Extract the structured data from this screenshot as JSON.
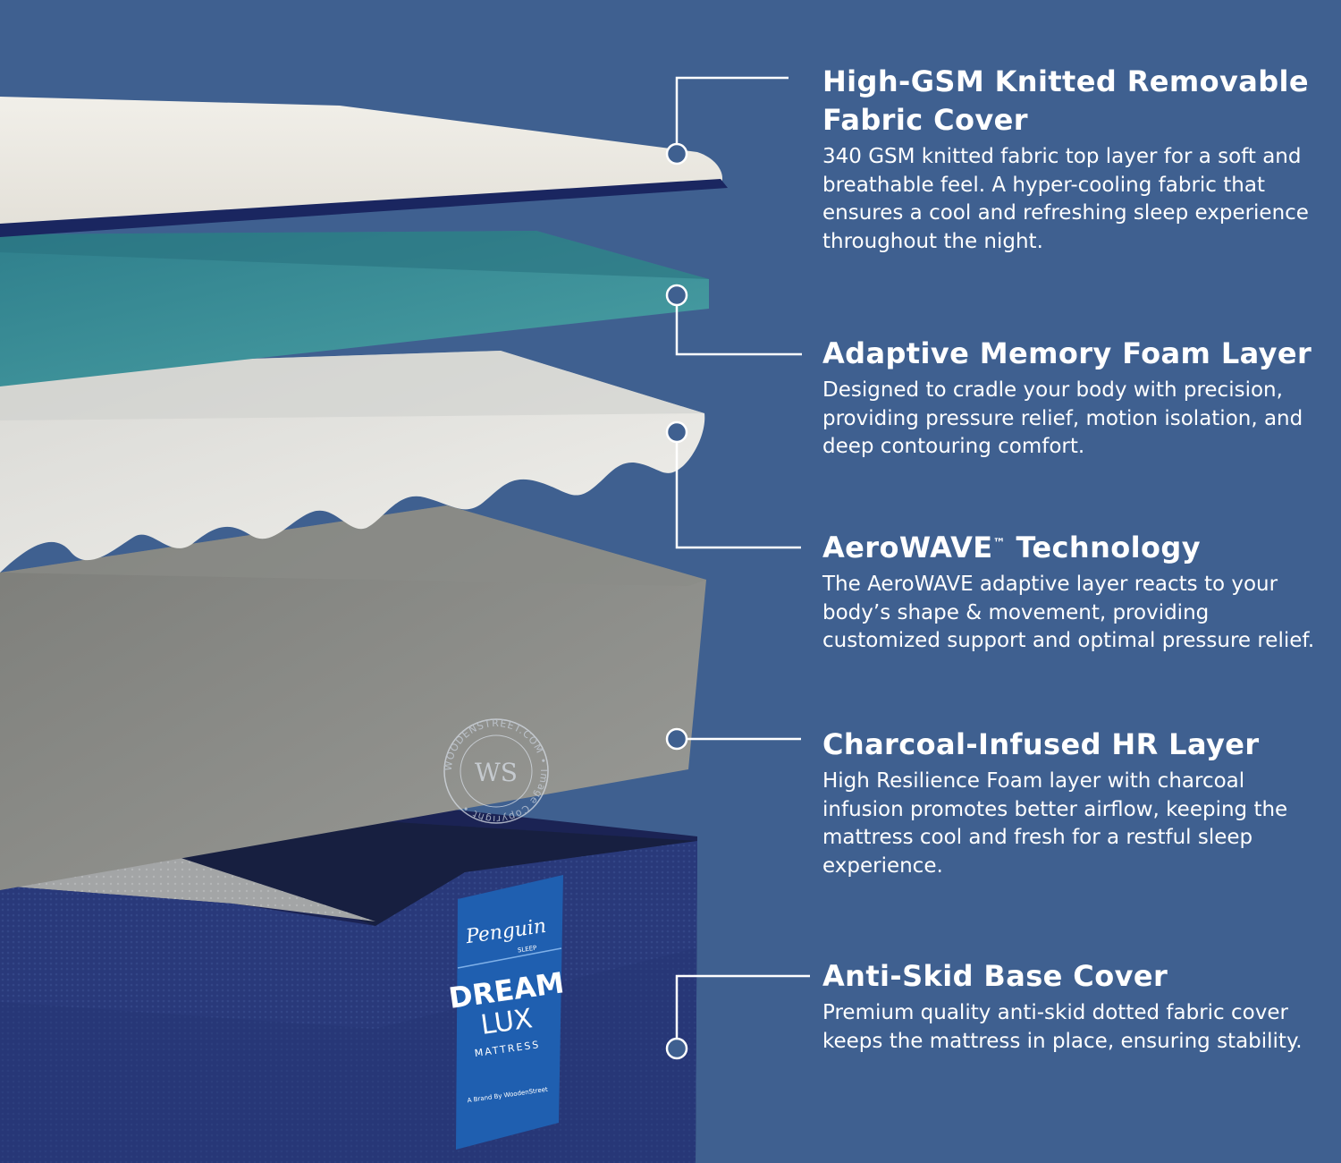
{
  "features": [
    {
      "title": "High-GSM Knitted Removable Fabric Cover",
      "description": "340 GSM knitted fabric top layer for a soft and breathable feel. A hyper-cooling fabric that ensures a cool and refreshing sleep experience throughout the night."
    },
    {
      "title": "Adaptive Memory Foam Layer",
      "description": "Designed to cradle your body with precision, providing pressure relief, motion isolation, and deep contouring comfort."
    },
    {
      "title_main": "AeroWAVE",
      "title_tm": "™",
      "title_rest": " Technology",
      "description": "The AeroWAVE adaptive layer reacts to your body’s shape & movement, providing customized support and optimal pressure relief."
    },
    {
      "title": "Charcoal-Infused HR Layer",
      "description": "High Resilience Foam layer with charcoal infusion promotes better airflow, keeping the mattress cool and fresh for a restful sleep experience."
    },
    {
      "title": "Anti-Skid Base Cover",
      "description": "Premium quality anti-skid dotted fabric cover keeps the mattress in place, ensuring stability."
    }
  ],
  "label": {
    "brand": "Penguin",
    "brand_sub": "SLEEP",
    "line1": "DREAM",
    "line2": "LUX",
    "line3": "MATTRESS",
    "byline": "A Brand By WoodenStreet"
  },
  "watermark": {
    "monogram": "WS",
    "text": "WOODENSTREET.COM • Image Copyright •"
  },
  "colors": {
    "background": "#3f6090",
    "base_cover": "#283a78",
    "label": "#1f5fb0",
    "memory_foam": "#3b8a94",
    "charcoal_foam": "#8b8c88",
    "top_fabric": "#ece9e2",
    "connector": "#ffffff"
  }
}
